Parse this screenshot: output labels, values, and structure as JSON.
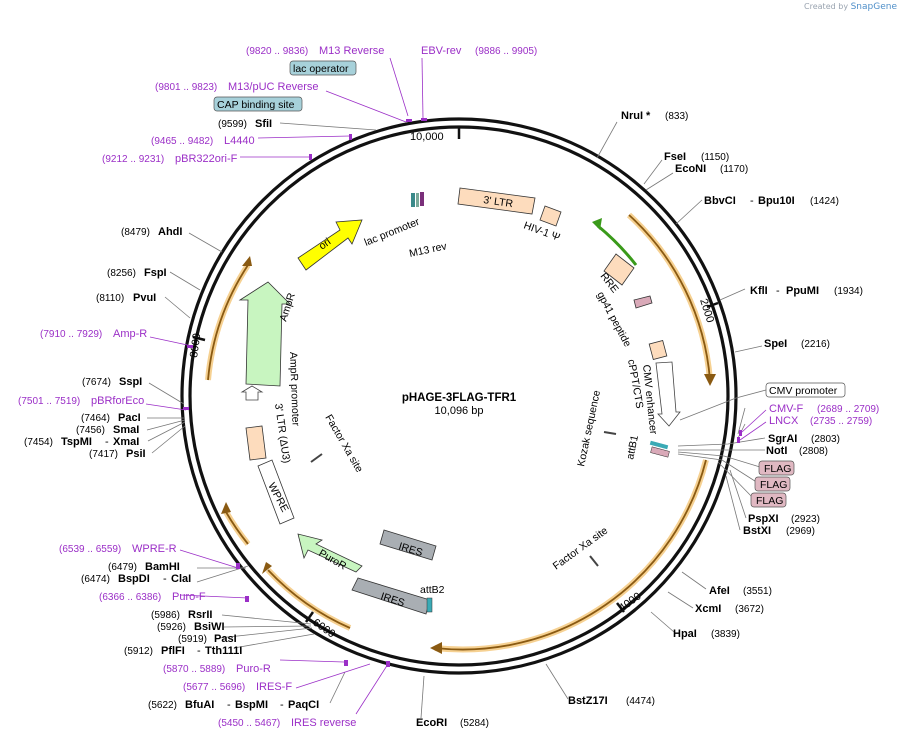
{
  "brand": {
    "created_by": "Created by",
    "app": "SnapGene"
  },
  "plasmid": {
    "name": "pHAGE-3FLAG-TFR1",
    "size": "10,096 bp"
  },
  "ruler": [
    "10,000",
    "2000",
    "4000",
    "6000",
    "8000"
  ],
  "sites": [
    {
      "name": "NruI *",
      "coord": "(833)"
    },
    {
      "name": "FseI",
      "coord": "(1150)"
    },
    {
      "name": "EcoNI",
      "coord": "(1170)"
    },
    {
      "name": "BbvCI",
      "name2": "Bpu10I",
      "coord": "(1424)"
    },
    {
      "name": "KflI",
      "name2": "PpuMI",
      "coord": "(1934)"
    },
    {
      "name": "SpeI",
      "coord": "(2216)"
    },
    {
      "name": "SgrAI",
      "coord": "(2803)"
    },
    {
      "name": "NotI",
      "coord": "(2808)"
    },
    {
      "name": "PspXI",
      "coord": "(2923)"
    },
    {
      "name": "BstXI",
      "coord": "(2969)"
    },
    {
      "name": "AfeI",
      "coord": "(3551)"
    },
    {
      "name": "XcmI",
      "coord": "(3672)"
    },
    {
      "name": "HpaI",
      "coord": "(3839)"
    },
    {
      "name": "BstZ17I",
      "coord": "(4474)"
    },
    {
      "name": "EcoRI",
      "coord": "(5284)"
    },
    {
      "name": "BfuAI",
      "name2": "BspMI",
      "name3": "PaqCI",
      "coord": "(5622)"
    },
    {
      "name": "PflFI",
      "name2": "Tth111I",
      "coord": "(5912)"
    },
    {
      "name": "PasI",
      "coord": "(5919)"
    },
    {
      "name": "BsiWI",
      "coord": "(5926)"
    },
    {
      "name": "RsrII",
      "coord": "(5986)"
    },
    {
      "name": "BspDI",
      "name2": "ClaI",
      "coord": "(6474)"
    },
    {
      "name": "BamHI",
      "coord": "(6479)"
    },
    {
      "name": "PsiI",
      "coord": "(7417)"
    },
    {
      "name": "TspMI",
      "name2": "XmaI",
      "coord": "(7454)"
    },
    {
      "name": "SmaI",
      "coord": "(7456)"
    },
    {
      "name": "PacI",
      "coord": "(7464)"
    },
    {
      "name": "SspI",
      "coord": "(7674)"
    },
    {
      "name": "PvuI",
      "coord": "(8110)"
    },
    {
      "name": "FspI",
      "coord": "(8256)"
    },
    {
      "name": "AhdI",
      "coord": "(8479)"
    },
    {
      "name": "SfiI",
      "coord": "(9599)"
    }
  ],
  "primers": [
    {
      "name": "M13 Reverse",
      "coord": "(9820 .. 9836)"
    },
    {
      "name": "EBV-rev",
      "coord": "(9886 .. 9905)"
    },
    {
      "name": "M13/pUC Reverse",
      "coord": "(9801 .. 9823)"
    },
    {
      "name": "L4440",
      "coord": "(9465 .. 9482)"
    },
    {
      "name": "pBR322ori-F",
      "coord": "(9212 .. 9231)"
    },
    {
      "name": "Amp-R",
      "coord": "(7910 .. 7929)"
    },
    {
      "name": "pBRforEco",
      "coord": "(7501 .. 7519)"
    },
    {
      "name": "WPRE-R",
      "coord": "(6539 .. 6559)"
    },
    {
      "name": "Puro-F",
      "coord": "(6366 .. 6386)"
    },
    {
      "name": "Puro-R",
      "coord": "(5870 .. 5889)"
    },
    {
      "name": "IRES-F",
      "coord": "(5677 .. 5696)"
    },
    {
      "name": "IRES reverse",
      "coord": "(5450 .. 5467)"
    },
    {
      "name": "CMV-F",
      "coord": "(2689 .. 2709)"
    },
    {
      "name": "LNCX",
      "coord": "(2735 .. 2759)"
    }
  ],
  "boxes": {
    "lac_operator": "lac operator",
    "cap_site": "CAP binding site",
    "cmv_promoter": "CMV promoter",
    "flag1": "FLAG",
    "flag2": "FLAG",
    "flag3": "FLAG"
  },
  "features": {
    "ltr3": "3' LTR",
    "hiv": "HIV-1 Ψ",
    "rre": "RRE",
    "gp41": "gp41 peptide",
    "cppt": "cPPT/CTS",
    "cmv_enh": "CMV enhancer",
    "kozak": "Kozak sequence",
    "attb1": "attB1",
    "factor_xa_1": "Factor Xa site",
    "factor_xa_2": "Factor Xa site",
    "ires1": "IRES",
    "ires2": "IRES",
    "attb2": "attB2",
    "puror": "PuroR",
    "wpre": "WPRE",
    "ltr3_du3": "3' LTR (ΔU3)",
    "ampr_prom": "AmpR promoter",
    "ampr": "AmpR",
    "ori": "ori",
    "lac_prom": "lac promoter",
    "m13rev": "M13 rev"
  },
  "colors": {
    "primer": "#9b2fc7",
    "orf_orange": "#f0b24a",
    "ampr_green": "#c8f5c0",
    "ori_yellow": "#ffff00",
    "ltr_peach": "#fddcbd",
    "ires_gray": "#a9aeb3",
    "lac_op_blue": "#a7d1da",
    "flag_pink": "#e0b8c2"
  }
}
